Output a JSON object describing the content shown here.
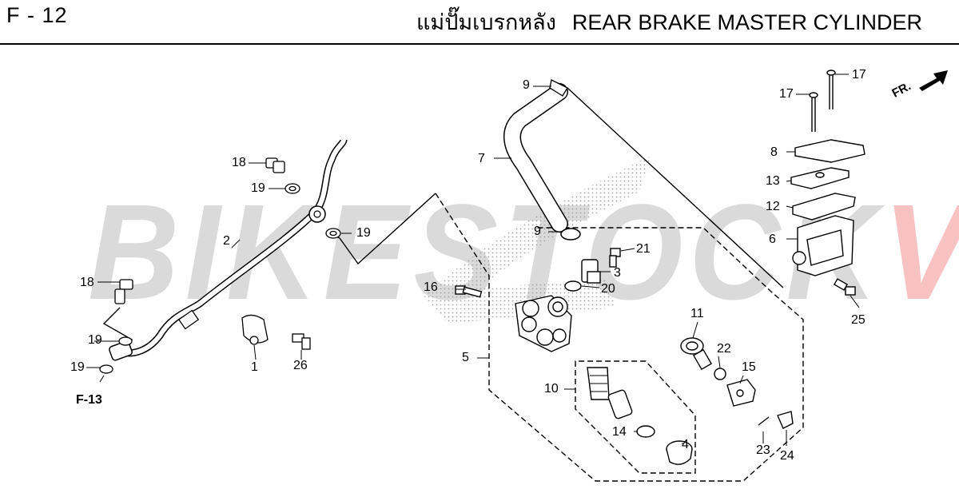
{
  "header": {
    "code": "F - 12",
    "title_th": "แม่ปั๊มเบรกหลัง",
    "title_en": "REAR BRAKE MASTER CYLINDER"
  },
  "watermark": {
    "text_main": "BIKESTOCK",
    "text_accent": "VN"
  },
  "refs": {
    "front": "FR.",
    "see_page": "F-13"
  },
  "callouts": [
    "1",
    "2",
    "3",
    "4",
    "5",
    "6",
    "7",
    "8",
    "9",
    "10",
    "11",
    "12",
    "13",
    "14",
    "15",
    "16",
    "17",
    "18",
    "19",
    "20",
    "21",
    "22",
    "23",
    "24",
    "25",
    "26"
  ],
  "colors": {
    "line": "#000000",
    "watermark_gray": "#969696",
    "watermark_red": "#eb5050"
  }
}
